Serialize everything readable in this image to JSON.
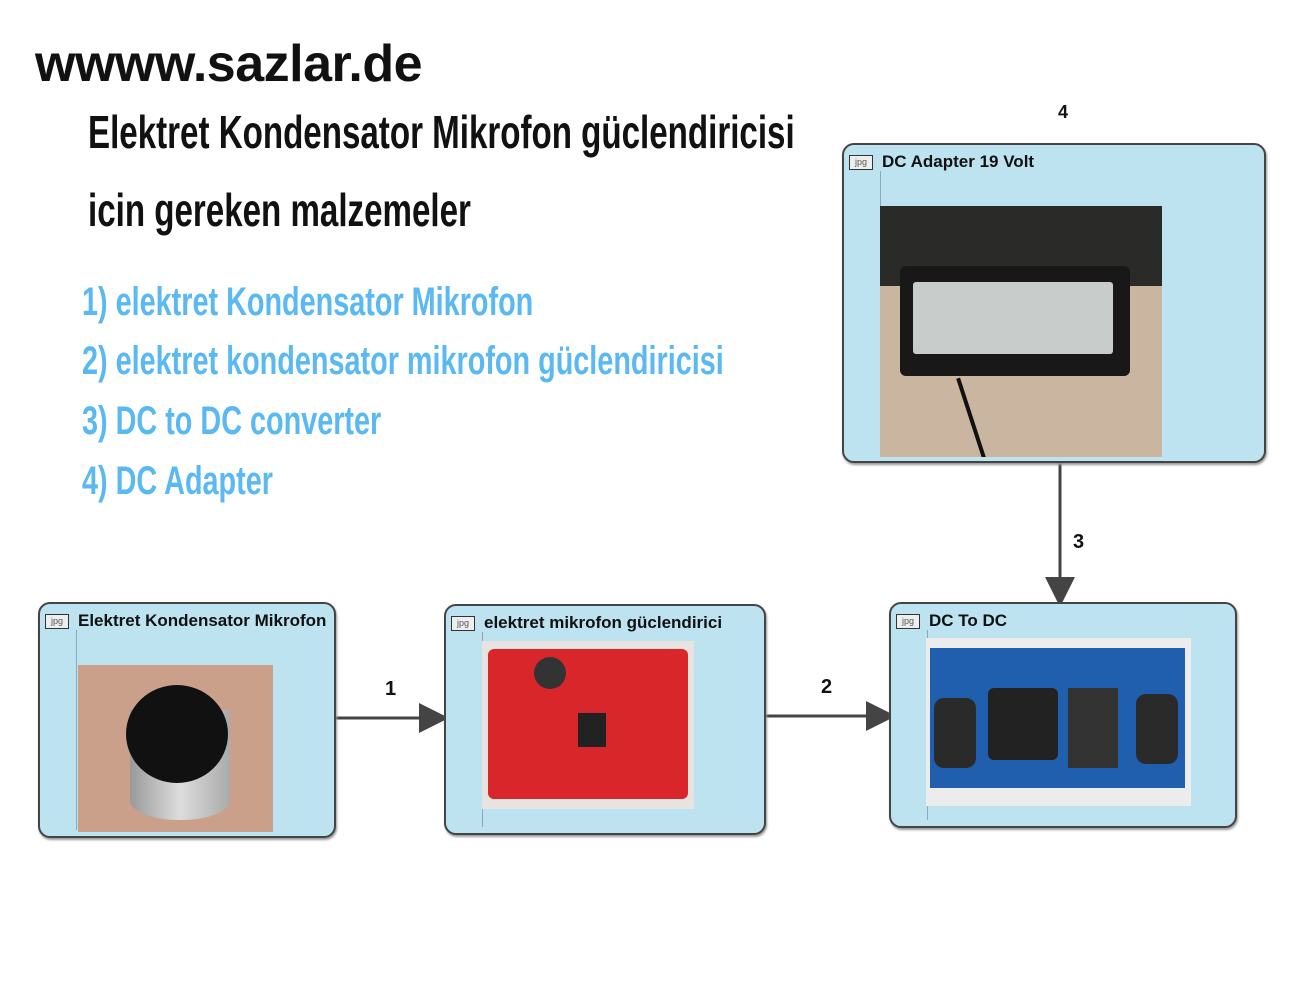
{
  "header": {
    "site": "wwww.sazlar.de",
    "title_line1": "Elektret Kondensator Mikrofon güclendiricisi",
    "title_line2": "icin gereken malzemeler"
  },
  "list": [
    "1) elektret Kondensator Mikrofon",
    "2) elektret kondensator mikrofon güclendiricisi",
    "3) DC to DC converter",
    "4) DC Adapter"
  ],
  "nodes": {
    "adapter": {
      "badge": "jpg",
      "title": "DC Adapter 19 Volt"
    },
    "mic": {
      "badge": "jpg",
      "title": "Elektret Kondensator Mikrofon"
    },
    "amp": {
      "badge": "jpg",
      "title": "elektret mikrofon güclendirici"
    },
    "dcdc": {
      "badge": "jpg",
      "title": "DC To DC"
    }
  },
  "edges": {
    "e1": "1",
    "e2": "2",
    "e3": "3",
    "e4": "4"
  },
  "colors": {
    "node_bg": "#bde3f0",
    "list_text": "#5ab9f2",
    "pcb_red": "#d8262a",
    "pcb_blue": "#1f5fae"
  }
}
